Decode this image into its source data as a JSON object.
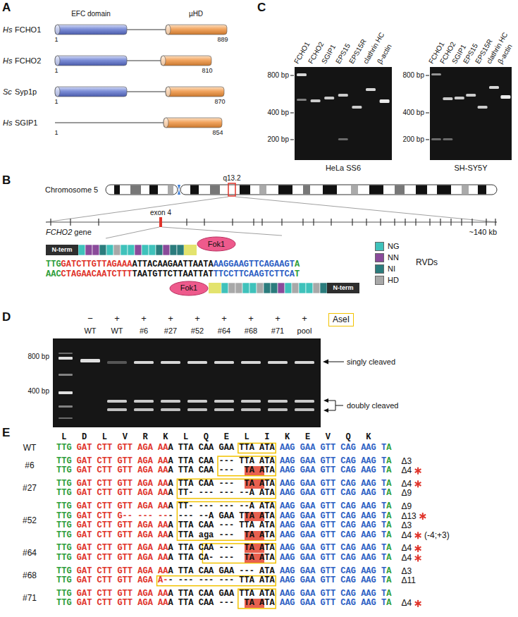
{
  "diagram": {
    "nodes": [
      {
        "text": [
          "N-term"
        ]
      },
      {
        "text": [
          "Fok1"
        ]
      },
      {
        "text": [
          "Fok1"
        ]
      },
      {
        "text": [
          "N-term"
        ]
      },
      {
        "text": [
          "AseI"
        ]
      }
    ],
    "labels": [
      "A",
      "EFC domain",
      "µHD",
      "Hs",
      "FCHO1",
      "1",
      "889",
      "Hs",
      "FCHO2",
      "1",
      "810",
      "Sc",
      "Syp1p",
      "1",
      "870",
      "Hs",
      "SGIP1",
      "1",
      "854",
      "C",
      "FCHO1",
      "FCHO2",
      "SGIP1",
      "EPS15",
      "EPS15R",
      "clathrin HC",
      "β-actin",
      "800 bp",
      "400 bp",
      "200 bp",
      "HeLa SS6",
      "FCHO1",
      "FCHO2",
      "SGIP1",
      "EPS15",
      "EPS15R",
      "clathrin HC",
      "β-actin",
      "800 bp",
      "400 bp",
      "200 bp",
      "SH-SY5Y",
      "B",
      "Chromosome 5",
      "q13.2",
      "FCHO2",
      "gene",
      "~140 kb",
      "exon 4",
      "TTG",
      "GATCTTGTTAGAAA",
      "ATTACAAGAATTAATA",
      "AAGGAAGTTCAGAAGT",
      "A",
      "AAC",
      "CTAGAACAATCTTT",
      "TAATGTTCTTAATTAT",
      "TTCCTTCAAGTCTTCA",
      "T",
      "RVDs",
      "D",
      "−",
      "+",
      "+",
      "+",
      "+",
      "+",
      "+",
      "+",
      "+",
      "WT",
      "WT",
      "#6",
      "#27",
      "#52",
      "#64",
      "#68",
      "#71",
      "pool",
      "800 bp",
      "400 bp",
      "singly cleaved",
      "doubly cleaved",
      "E",
      "L D L V R K L Q E L I K E V Q K",
      "WT",
      "TTG",
      "GAT CTT GTT AGA AA",
      "A TTA CAA GAA TTA ATA",
      "AAG GAA GTT CAG AAG T",
      "A",
      "#6",
      "TTG",
      "GAT CTT GTT AGA AA",
      "A TTA CAA --- TTA ATA",
      "AAG GAA GTT CAG AAG T",
      "A",
      "Δ3",
      "TTG",
      "GAT CTT GTT AGA AA",
      "A TTA CAA ---",
      "TA A",
      "TA",
      "AAG GAA GTT CAG AAG T",
      "A",
      "Δ4",
      "#27",
      "TTG",
      "GAT CTT GTT AGA AA",
      "A TTA CAA ---",
      "TA A",
      "TA",
      "AAG GAA GTT CAG AAG T",
      "A",
      "Δ4",
      "TTG",
      "GAT CTT GTT AGA AA",
      "A TT- --- --- --A ATA",
      "AAG GAA GTT CAG AAG T",
      "A",
      "Δ9",
      "#52",
      "TTG",
      "GAT CTT GTT AGA AA",
      "A TT- --- --- --A ATA",
      "AAG GAA GTT CAG AAG T",
      "A",
      "Δ9",
      "TTG",
      "GAT CTT G-- --- --",
      "- --- --A GAA T",
      "TA A",
      "TA",
      "AAG GAA GTT CAG AAG T",
      "A",
      "Δ13",
      "TTG",
      "GAT CTT GTT AGA AA",
      "A TTA CAA --- TTA ATA",
      "AAG GAA GTT CAG AAG T",
      "A",
      "Δ3",
      "TTG",
      "GAT CTT GTT AGA AA",
      "A TTA aga ---",
      "TA A",
      "TA",
      "AAG GAA GTT CAG AAG T",
      "A",
      "Δ4",
      "(-4;+3)",
      "#64",
      "TTG",
      "GAT CTT GTT AGA AA",
      "A TTA CAA ---",
      "TA A",
      "TA",
      "AAG GAA GTT CAG AAG T",
      "A",
      "Δ4",
      "TTG",
      "GAT CTT GTT AGA AA",
      "A TTA CA- ---",
      "TA A",
      "TA",
      "AAG GAA GTT CAG AAG T",
      "A",
      "Δ4",
      "#68",
      "TTG",
      "GAT CTT GTT AGA AA",
      "A TTA CAA GAA --- ATA",
      "AAG GAA GTT CAG AAG T",
      "A",
      "Δ3",
      "TTG",
      "GAT CTT GTT AGA A-",
      "- --- --- --- TTA ATA",
      "AAG GAA GTT CAG AAG T",
      "A",
      "Δ11",
      "#71",
      "TTG",
      "GAT CTT GTT AGA AA",
      "A TTA CAA GAA TTA ATA",
      "AAG GAA GTT CAG AAG T",
      "A",
      "TTG",
      "GAT CTT GTT AGA AA",
      "A TTA CAA ---",
      "TA A",
      "TA",
      "AAG GAA GTT CAG AAG T",
      "A",
      "Δ4"
    ],
    "legend": [
      {
        "text": "NG",
        "color": "#3fc2bb"
      },
      {
        "text": "NN",
        "color": "#8a4a9a"
      },
      {
        "text": "NI",
        "color": "#2b7c7d"
      },
      {
        "text": "HD",
        "color": "#a8a8a8"
      }
    ]
  }
}
